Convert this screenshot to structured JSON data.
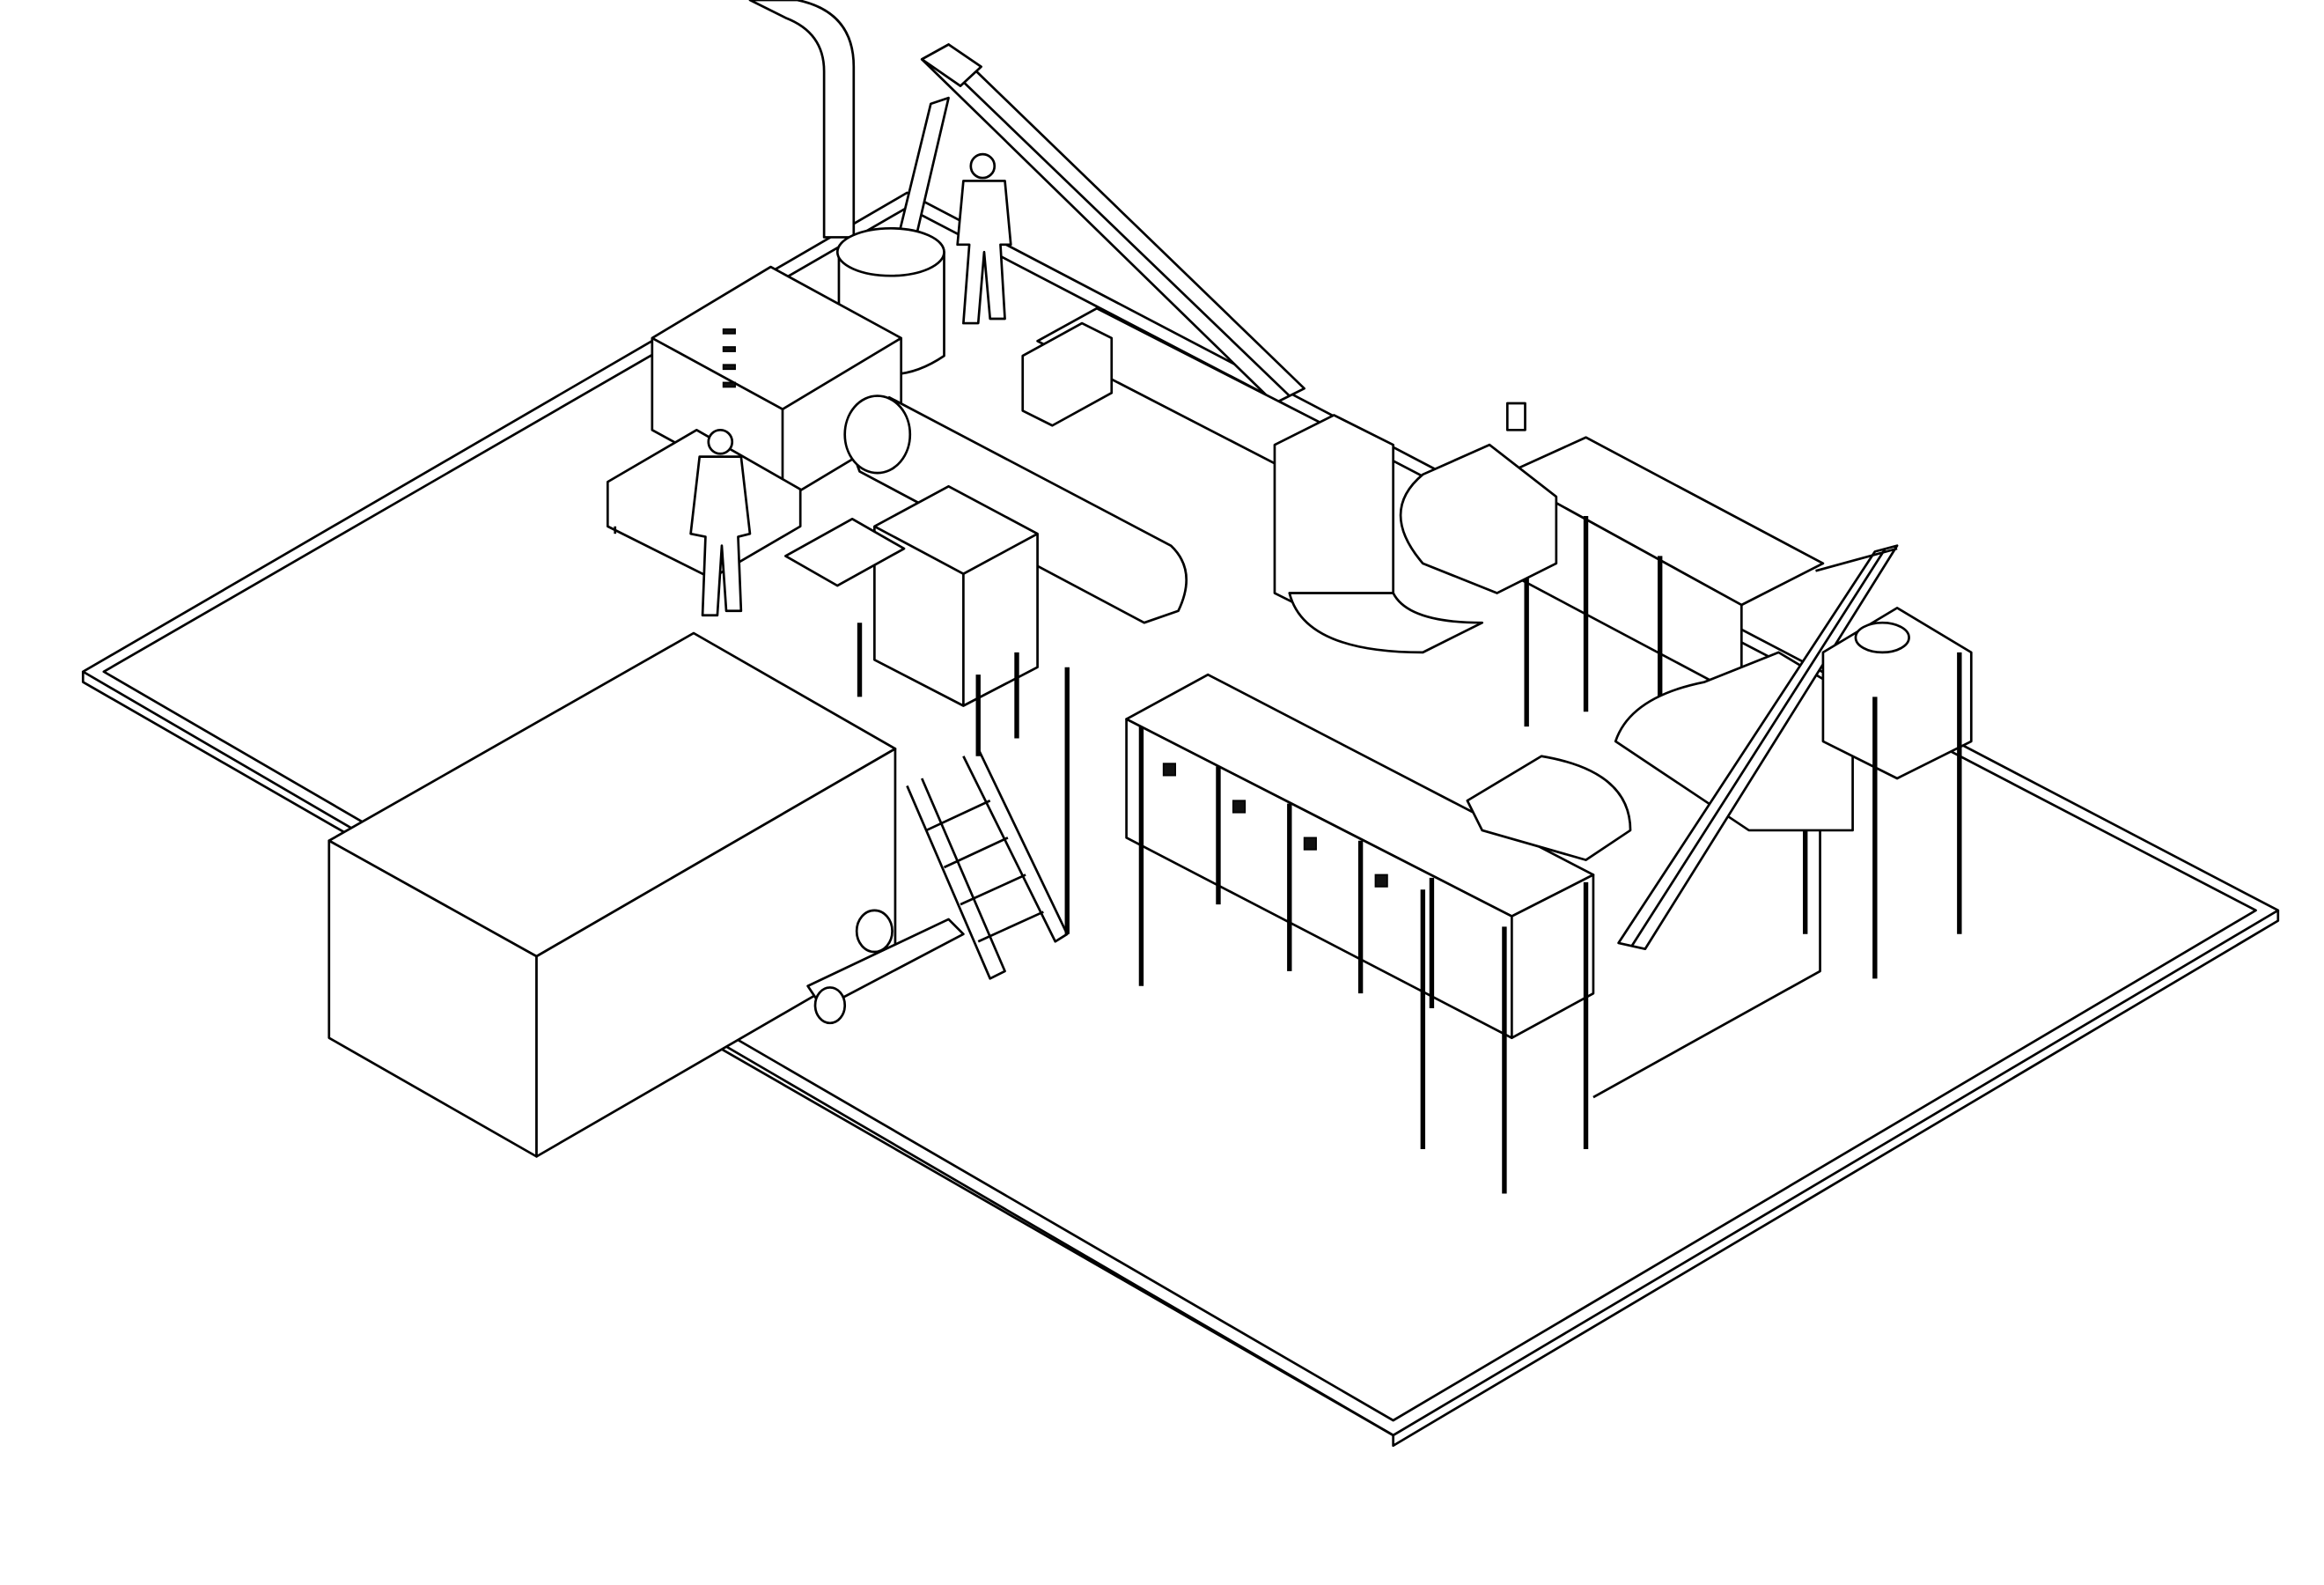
{
  "drawing": {
    "view": "isometric",
    "style": "line-art",
    "colors": {
      "line": "#000000",
      "background": "#ffffff"
    },
    "people_count": 2
  }
}
